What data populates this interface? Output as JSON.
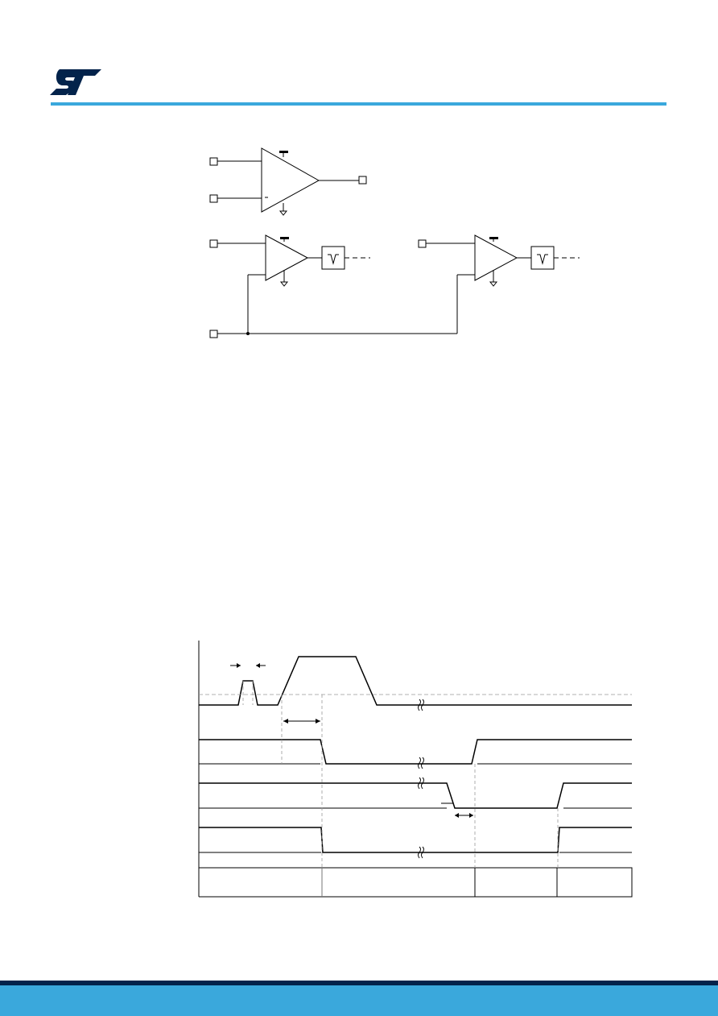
{
  "logo": {
    "icon": "st-logo-icon",
    "text": "ST"
  },
  "colors": {
    "accent": "#3aa8dc",
    "brand": "#03234b",
    "line": "#000000",
    "dashed": "#999999"
  },
  "figures": {
    "comparator_diagram": {
      "icon": "comparator-schematic"
    },
    "timing_diagram": {
      "icon": "timing-waveform"
    }
  }
}
